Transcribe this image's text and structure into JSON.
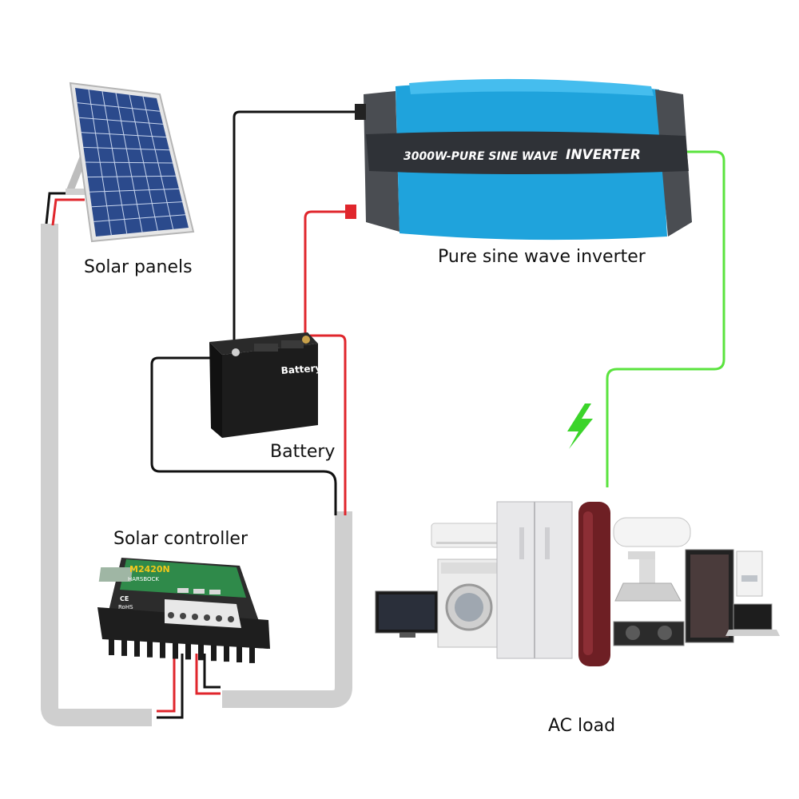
{
  "labels": {
    "solar_panels": "Solar panels",
    "inverter": "Pure sine wave inverter",
    "battery": "Battery",
    "controller": "Solar controller",
    "ac_load": "AC load"
  },
  "inverter_device": {
    "model_text": "3000W-PURE SINE WAVE",
    "brand_text": "INVERTER"
  },
  "battery_device": {
    "case_text": "Battery"
  },
  "controller_device": {
    "model_text": "M2420N",
    "brand_text": "HARSBOCK",
    "cert_ce": "CE",
    "cert_rohs": "RoHS"
  },
  "colors": {
    "wire_black": "#111111",
    "wire_red": "#e0262c",
    "wire_green": "#5ae33e",
    "conduit": "#cfcfcf",
    "inverter_body": "#1fa3dc",
    "inverter_caps": "#4a4d52",
    "battery_body": "#1a1a1a",
    "controller_body": "#2c2c2c",
    "bolt": "#3bd42a"
  },
  "icons": {
    "power": "lightning-bolt-icon"
  }
}
